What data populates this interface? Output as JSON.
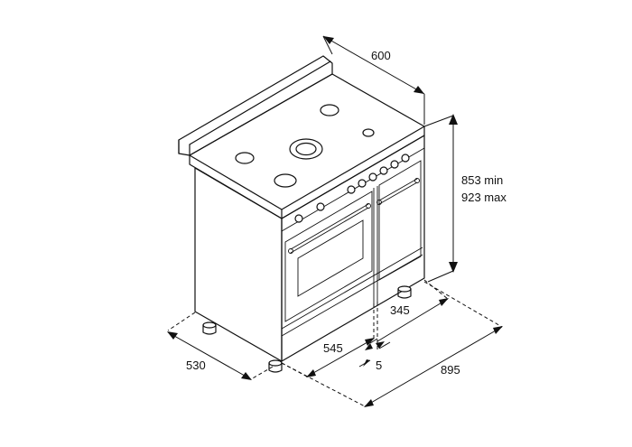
{
  "dimensions": {
    "width_top": "600",
    "height_min": "853 min",
    "height_max": "923 max",
    "depth": "530",
    "width_front": "545",
    "width_small_oven": "345",
    "offset": "5",
    "width_total": "895"
  }
}
